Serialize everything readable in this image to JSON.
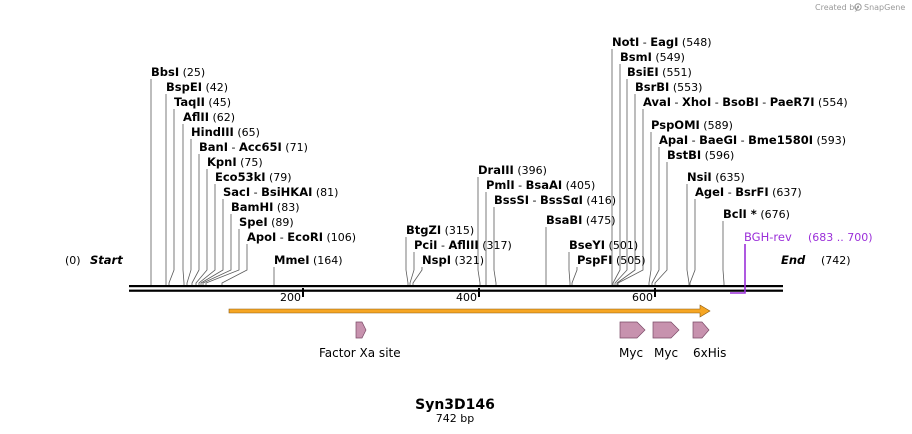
{
  "credit": {
    "prefix": "Created by",
    "brand": "SnapGene"
  },
  "sequence": {
    "name": "Syn3D146",
    "length_label": "742 bp",
    "length": 742
  },
  "ends": {
    "start_label": "Start",
    "start_pos": "(0)",
    "end_label": "End",
    "end_pos": "(742)"
  },
  "ticks": [
    "200",
    "400",
    "600"
  ],
  "sites": [
    {
      "names": [
        "BbsI"
      ],
      "pos": "(25)"
    },
    {
      "names": [
        "BspEI"
      ],
      "pos": "(42)"
    },
    {
      "names": [
        "TaqII"
      ],
      "pos": "(45)"
    },
    {
      "names": [
        "AflII"
      ],
      "pos": "(62)"
    },
    {
      "names": [
        "HindIII"
      ],
      "pos": "(65)"
    },
    {
      "names": [
        "BanI",
        "Acc65I"
      ],
      "pos": "(71)"
    },
    {
      "names": [
        "KpnI"
      ],
      "pos": "(75)"
    },
    {
      "names": [
        "Eco53kI"
      ],
      "pos": "(79)"
    },
    {
      "names": [
        "SacI",
        "BsiHKAI"
      ],
      "pos": "(81)"
    },
    {
      "names": [
        "BamHI"
      ],
      "pos": "(83)"
    },
    {
      "names": [
        "SpeI"
      ],
      "pos": "(89)"
    },
    {
      "names": [
        "ApoI",
        "EcoRI"
      ],
      "pos": "(106)"
    },
    {
      "names": [
        "MmeI"
      ],
      "pos": "(164)"
    },
    {
      "names": [
        "BtgZI"
      ],
      "pos": "(315)"
    },
    {
      "names": [
        "PciI",
        "AflIII"
      ],
      "pos": "(317)"
    },
    {
      "names": [
        "NspI"
      ],
      "pos": "(321)"
    },
    {
      "names": [
        "DraIII"
      ],
      "pos": "(396)"
    },
    {
      "names": [
        "PmlI",
        "BsaAI"
      ],
      "pos": "(405)"
    },
    {
      "names": [
        "BssSI",
        "BssSαI"
      ],
      "pos": "(416)"
    },
    {
      "names": [
        "BsaBI"
      ],
      "pos": "(475)"
    },
    {
      "names": [
        "BseYI"
      ],
      "pos": "(501)"
    },
    {
      "names": [
        "PspFI"
      ],
      "pos": "(505)"
    },
    {
      "names": [
        "NotI",
        "EagI"
      ],
      "pos": "(548)"
    },
    {
      "names": [
        "BsmI"
      ],
      "pos": "(549)"
    },
    {
      "names": [
        "BsiEI"
      ],
      "pos": "(551)"
    },
    {
      "names": [
        "BsrBI"
      ],
      "pos": "(553)"
    },
    {
      "names": [
        "AvaI",
        "XhoI",
        "BsoBI",
        "PaeR7I"
      ],
      "pos": "(554)"
    },
    {
      "names": [
        "PspOMI"
      ],
      "pos": "(589)"
    },
    {
      "names": [
        "ApaI",
        "BaeGI",
        "Bme1580I"
      ],
      "pos": "(593)"
    },
    {
      "names": [
        "BstBI"
      ],
      "pos": "(596)"
    },
    {
      "names": [
        "NsiI"
      ],
      "pos": "(635)"
    },
    {
      "names": [
        "AgeI",
        "BsrFI"
      ],
      "pos": "(637)"
    },
    {
      "names": [
        "BclI *"
      ],
      "pos": "(676)"
    }
  ],
  "primer": {
    "name": "BGH-rev",
    "range": "(683 .. 700)",
    "color": "#9b30d9"
  },
  "features": [
    {
      "label": "Factor Xa site"
    },
    {
      "label": "Myc"
    },
    {
      "label": "Myc"
    },
    {
      "label": "6xHis"
    }
  ],
  "colors": {
    "orf": "#f6a623",
    "feature": "#c792ae",
    "primer": "#9b30d9",
    "backbone": "#000000"
  }
}
